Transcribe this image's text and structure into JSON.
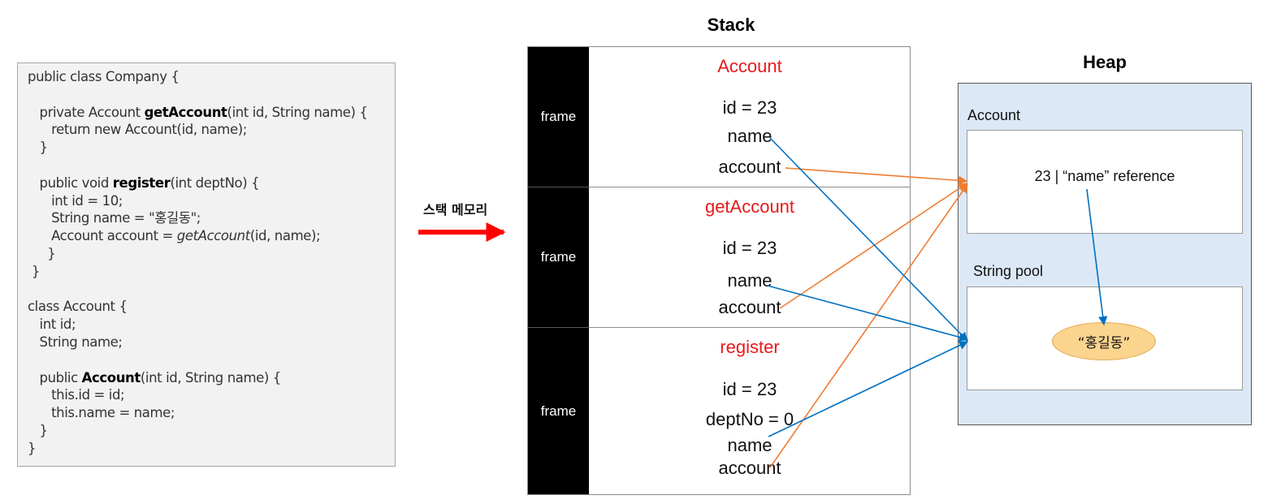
{
  "code": {
    "lines": [
      [
        {
          "t": "public class Company {"
        }
      ],
      [
        {
          "t": ""
        }
      ],
      [
        {
          "t": "   private Account "
        },
        {
          "t": "getAccount",
          "b": true
        },
        {
          "t": "(int id, String name) {"
        }
      ],
      [
        {
          "t": "      return new Account(id, name);"
        }
      ],
      [
        {
          "t": "   }"
        }
      ],
      [
        {
          "t": ""
        }
      ],
      [
        {
          "t": "   public void "
        },
        {
          "t": "register",
          "b": true
        },
        {
          "t": "(int deptNo) {"
        }
      ],
      [
        {
          "t": "      int id = 10;"
        }
      ],
      [
        {
          "t": "      String name = \"홍길동\";"
        }
      ],
      [
        {
          "t": "      Account account = "
        },
        {
          "t": "getAccount",
          "i": true
        },
        {
          "t": "(id, name);"
        }
      ],
      [
        {
          "t": "     }"
        }
      ],
      [
        {
          "t": " }"
        }
      ],
      [
        {
          "t": ""
        }
      ],
      [
        {
          "t": "class Account {"
        }
      ],
      [
        {
          "t": "   int id;"
        }
      ],
      [
        {
          "t": "   String name;"
        }
      ],
      [
        {
          "t": ""
        }
      ],
      [
        {
          "t": "   public "
        },
        {
          "t": "Account",
          "b": true
        },
        {
          "t": "(int id, String name) {"
        }
      ],
      [
        {
          "t": "      this.id = id;"
        }
      ],
      [
        {
          "t": "      this.name = name;"
        }
      ],
      [
        {
          "t": "   }"
        }
      ],
      [
        {
          "t": "}"
        }
      ]
    ]
  },
  "arrow_label": "스택 메모리",
  "stack": {
    "title": "Stack",
    "frames": [
      {
        "label": "frame",
        "method": "Account",
        "fields": [
          "id = 23",
          "name",
          "account"
        ]
      },
      {
        "label": "frame",
        "method": "getAccount",
        "fields": [
          "id = 23",
          "name",
          "account"
        ]
      },
      {
        "label": "frame",
        "method": "register",
        "fields": [
          "id = 23",
          "deptNo = 0",
          "name",
          "account"
        ]
      }
    ]
  },
  "heap": {
    "title": "Heap",
    "account_label": "Account",
    "account_content": "23 | “name” reference",
    "string_pool_label": "String pool",
    "string_value": "“홍길동”"
  },
  "colors": {
    "method_red": "#e8191b",
    "arrow_red": "#ff0000",
    "orange_ref": "#ed7d31",
    "blue_ref": "#0070c0",
    "heap_bg": "#dce8f5",
    "oval_fill": "#fbd48e"
  }
}
